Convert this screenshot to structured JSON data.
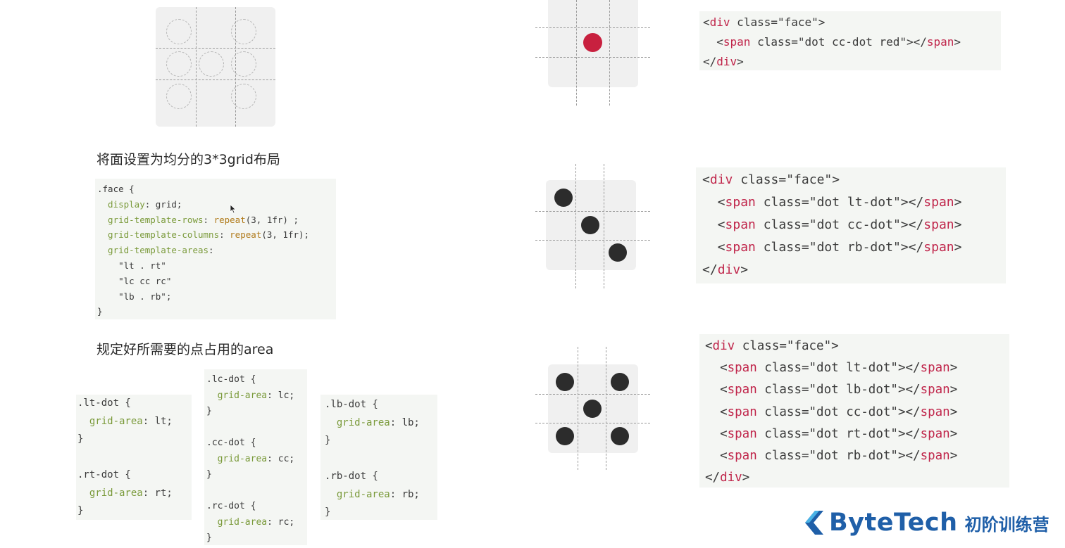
{
  "headings": {
    "grid_intro": "将面设置为均分的3*3grid布局",
    "area_intro": "规定好所需要的点占用的area"
  },
  "face_css": [
    [
      {
        "t": ".face {",
        "c": "sel"
      }
    ],
    [
      {
        "t": "  display",
        "c": "prop"
      },
      {
        "t": ": grid;",
        "c": "sel"
      }
    ],
    [
      {
        "t": "  grid-template-rows",
        "c": "prop"
      },
      {
        "t": ": ",
        "c": "sel"
      },
      {
        "t": "repeat",
        "c": "fn"
      },
      {
        "t": "(3, 1fr) ;",
        "c": "sel"
      }
    ],
    [
      {
        "t": "  grid-template-columns",
        "c": "prop"
      },
      {
        "t": ": ",
        "c": "sel"
      },
      {
        "t": "repeat",
        "c": "fn"
      },
      {
        "t": "(3, 1fr);",
        "c": "sel"
      }
    ],
    [
      {
        "t": "  grid-template-areas",
        "c": "prop"
      },
      {
        "t": ":",
        "c": "sel"
      }
    ],
    [
      {
        "t": "    \"lt . rt\"",
        "c": "sel"
      }
    ],
    [
      {
        "t": "    \"lc cc rc\"",
        "c": "sel"
      }
    ],
    [
      {
        "t": "    \"lb . rb\";",
        "c": "sel"
      }
    ],
    [
      {
        "t": "}",
        "c": "sel"
      }
    ]
  ],
  "area_col1": [
    [
      {
        "t": ".lt-dot {",
        "c": "sel"
      }
    ],
    [
      {
        "t": "  grid-area",
        "c": "prop"
      },
      {
        "t": ": lt;",
        "c": "sel"
      }
    ],
    [
      {
        "t": "}",
        "c": "sel"
      }
    ],
    [
      {
        "t": "",
        "c": "sel"
      }
    ],
    [
      {
        "t": ".rt-dot {",
        "c": "sel"
      }
    ],
    [
      {
        "t": "  grid-area",
        "c": "prop"
      },
      {
        "t": ": rt;",
        "c": "sel"
      }
    ],
    [
      {
        "t": "}",
        "c": "sel"
      }
    ]
  ],
  "area_col2": [
    [
      {
        "t": ".lc-dot {",
        "c": "sel"
      }
    ],
    [
      {
        "t": "  grid-area",
        "c": "prop"
      },
      {
        "t": ": lc;",
        "c": "sel"
      }
    ],
    [
      {
        "t": "}",
        "c": "sel"
      }
    ],
    [
      {
        "t": "",
        "c": "sel"
      }
    ],
    [
      {
        "t": ".cc-dot {",
        "c": "sel"
      }
    ],
    [
      {
        "t": "  grid-area",
        "c": "prop"
      },
      {
        "t": ": cc;",
        "c": "sel"
      }
    ],
    [
      {
        "t": "}",
        "c": "sel"
      }
    ],
    [
      {
        "t": "",
        "c": "sel"
      }
    ],
    [
      {
        "t": ".rc-dot {",
        "c": "sel"
      }
    ],
    [
      {
        "t": "  grid-area",
        "c": "prop"
      },
      {
        "t": ": rc;",
        "c": "sel"
      }
    ],
    [
      {
        "t": "}",
        "c": "sel"
      }
    ]
  ],
  "area_col3": [
    [
      {
        "t": ".lb-dot {",
        "c": "sel"
      }
    ],
    [
      {
        "t": "  grid-area",
        "c": "prop"
      },
      {
        "t": ": lb;",
        "c": "sel"
      }
    ],
    [
      {
        "t": "}",
        "c": "sel"
      }
    ],
    [
      {
        "t": "",
        "c": "sel"
      }
    ],
    [
      {
        "t": ".rb-dot {",
        "c": "sel"
      }
    ],
    [
      {
        "t": "  grid-area",
        "c": "prop"
      },
      {
        "t": ": rb;",
        "c": "sel"
      }
    ],
    [
      {
        "t": "}",
        "c": "sel"
      }
    ]
  ],
  "html1": [
    [
      {
        "t": "<",
        "c": "sel"
      },
      {
        "t": "div",
        "c": "tag"
      },
      {
        "t": " class=\"face\">",
        "c": "sel"
      }
    ],
    [
      {
        "t": "  <",
        "c": "sel"
      },
      {
        "t": "span",
        "c": "tag"
      },
      {
        "t": " class=\"dot cc-dot red\"></",
        "c": "sel"
      },
      {
        "t": "span",
        "c": "tag"
      },
      {
        "t": ">",
        "c": "sel"
      }
    ],
    [
      {
        "t": "</",
        "c": "sel"
      },
      {
        "t": "div",
        "c": "tag"
      },
      {
        "t": ">",
        "c": "sel"
      }
    ]
  ],
  "html2": [
    [
      {
        "t": "<",
        "c": "sel"
      },
      {
        "t": "div",
        "c": "tag"
      },
      {
        "t": " class=\"face\">",
        "c": "sel"
      }
    ],
    [
      {
        "t": "  <",
        "c": "sel"
      },
      {
        "t": "span",
        "c": "tag"
      },
      {
        "t": " class=\"dot lt-dot\"></",
        "c": "sel"
      },
      {
        "t": "span",
        "c": "tag"
      },
      {
        "t": ">",
        "c": "sel"
      }
    ],
    [
      {
        "t": "  <",
        "c": "sel"
      },
      {
        "t": "span",
        "c": "tag"
      },
      {
        "t": " class=\"dot cc-dot\"></",
        "c": "sel"
      },
      {
        "t": "span",
        "c": "tag"
      },
      {
        "t": ">",
        "c": "sel"
      }
    ],
    [
      {
        "t": "  <",
        "c": "sel"
      },
      {
        "t": "span",
        "c": "tag"
      },
      {
        "t": " class=\"dot rb-dot\"></",
        "c": "sel"
      },
      {
        "t": "span",
        "c": "tag"
      },
      {
        "t": ">",
        "c": "sel"
      }
    ],
    [
      {
        "t": "</",
        "c": "sel"
      },
      {
        "t": "div",
        "c": "tag"
      },
      {
        "t": ">",
        "c": "sel"
      }
    ]
  ],
  "html3": [
    [
      {
        "t": "<",
        "c": "sel"
      },
      {
        "t": "div",
        "c": "tag"
      },
      {
        "t": " class=\"face\">",
        "c": "sel"
      }
    ],
    [
      {
        "t": "  <",
        "c": "sel"
      },
      {
        "t": "span",
        "c": "tag"
      },
      {
        "t": " class=\"dot lt-dot\"></",
        "c": "sel"
      },
      {
        "t": "span",
        "c": "tag"
      },
      {
        "t": ">",
        "c": "sel"
      }
    ],
    [
      {
        "t": "  <",
        "c": "sel"
      },
      {
        "t": "span",
        "c": "tag"
      },
      {
        "t": " class=\"dot lb-dot\"></",
        "c": "sel"
      },
      {
        "t": "span",
        "c": "tag"
      },
      {
        "t": ">",
        "c": "sel"
      }
    ],
    [
      {
        "t": "  <",
        "c": "sel"
      },
      {
        "t": "span",
        "c": "tag"
      },
      {
        "t": " class=\"dot cc-dot\"></",
        "c": "sel"
      },
      {
        "t": "span",
        "c": "tag"
      },
      {
        "t": ">",
        "c": "sel"
      }
    ],
    [
      {
        "t": "  <",
        "c": "sel"
      },
      {
        "t": "span",
        "c": "tag"
      },
      {
        "t": " class=\"dot rt-dot\"></",
        "c": "sel"
      },
      {
        "t": "span",
        "c": "tag"
      },
      {
        "t": ">",
        "c": "sel"
      }
    ],
    [
      {
        "t": "  <",
        "c": "sel"
      },
      {
        "t": "span",
        "c": "tag"
      },
      {
        "t": " class=\"dot rb-dot\"></",
        "c": "sel"
      },
      {
        "t": "span",
        "c": "tag"
      },
      {
        "t": ">",
        "c": "sel"
      }
    ],
    [
      {
        "t": "</",
        "c": "sel"
      },
      {
        "t": "div",
        "c": "tag"
      },
      {
        "t": ">",
        "c": "sel"
      }
    ]
  ],
  "logo": {
    "name": "ByteTech",
    "tagline": "初阶训练营",
    "brand_color": "#1f5fa8"
  },
  "colors": {
    "red_dot": "#c8203f",
    "dark_dot": "#2c2c2c",
    "tag": "#c0264b",
    "prop": "#7a9a3a"
  }
}
